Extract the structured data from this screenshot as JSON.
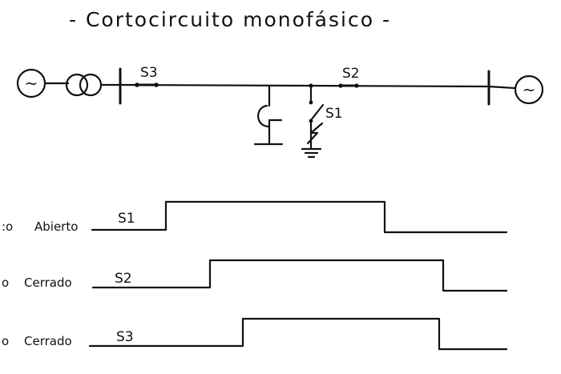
{
  "title": "- Cortocircuito monofásico -",
  "diagram": {
    "generator_left_symbol": "~",
    "generator_right_symbol": "~",
    "switch_s3_label": "S3",
    "switch_s2_label": "S2",
    "switch_s1_label": "S1"
  },
  "timing": {
    "rows": [
      {
        "prefix": ":o",
        "state": "Abierto",
        "signal": "S1"
      },
      {
        "prefix": "o",
        "state": "Cerrado",
        "signal": "S2"
      },
      {
        "prefix": "o",
        "state": "Cerrado",
        "signal": "S3"
      }
    ]
  }
}
